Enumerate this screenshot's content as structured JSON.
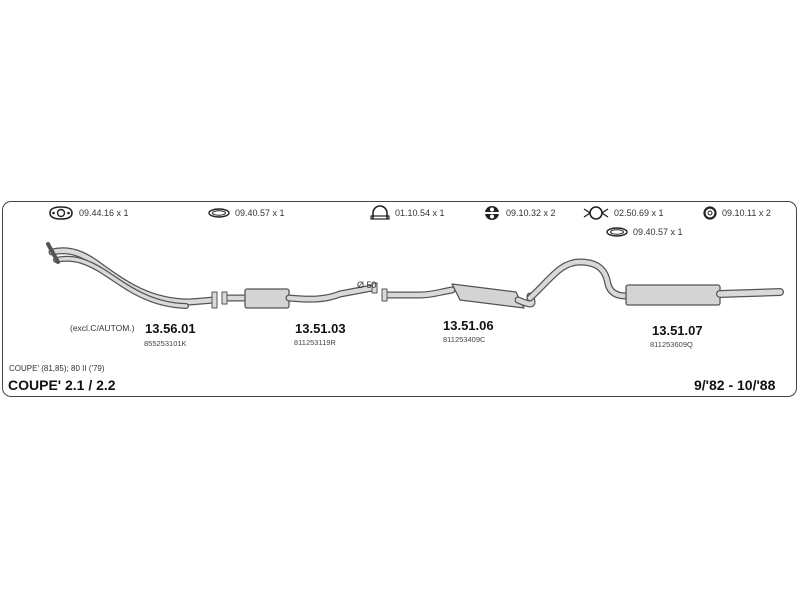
{
  "accessories": [
    {
      "code": "09.44.16 x 1",
      "icon": "flange-gasket-icon"
    },
    {
      "code": "09.40.57 x 1",
      "icon": "oval-gasket-icon"
    },
    {
      "code": "01.10.54 x 1",
      "icon": "u-clamp-icon"
    },
    {
      "code": "09.10.32 x 2",
      "icon": "rubber-hanger-icon"
    },
    {
      "code": "02.50.69 x 1",
      "icon": "pipe-clamp-icon"
    },
    {
      "code": "09.10.11 x 2",
      "icon": "rubber-ring-icon"
    },
    {
      "code": "09.40.57 x 1",
      "icon": "oval-gasket-icon"
    }
  ],
  "parts": [
    {
      "number": "13.56.01",
      "oem": "855253101K",
      "note": "(excl.C/AUTOM.)"
    },
    {
      "number": "13.51.03",
      "oem": "811253119R"
    },
    {
      "number": "13.51.06",
      "oem": "811253409C"
    },
    {
      "number": "13.51.07",
      "oem": "811253609Q"
    }
  ],
  "diameter": "Ø 50",
  "model": "COUPE' 2.1 / 2.2",
  "submodel": "COUPE' (81,85); 80 II ('79)",
  "years": "9/'82 - 10/'88",
  "colors": {
    "pipe_fill": "#d9d9d9",
    "pipe_stroke": "#555555",
    "border": "#444444"
  }
}
